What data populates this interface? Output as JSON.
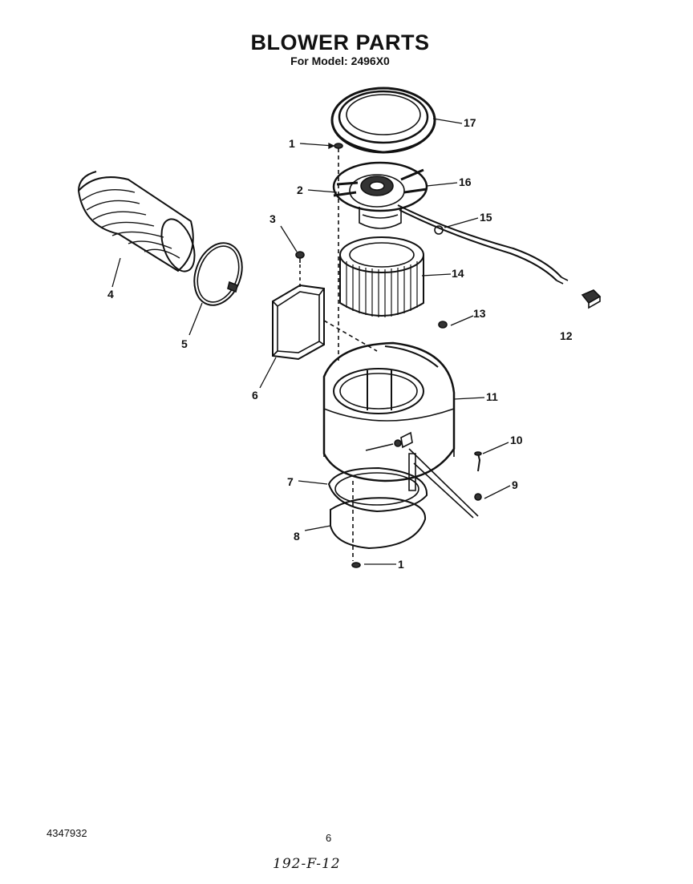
{
  "header": {
    "title": "BLOWER PARTS",
    "subtitle": "For Model: 2496X0"
  },
  "callouts": [
    "1",
    "2",
    "3",
    "4",
    "5",
    "6",
    "7",
    "8",
    "9",
    "10",
    "11",
    "12",
    "13",
    "14",
    "15",
    "16",
    "17",
    "1"
  ],
  "footer": {
    "part_number": "4347932",
    "page_number": "6",
    "handwritten_note": "192-F-12"
  },
  "colors": {
    "ink": "#111111",
    "background": "#ffffff"
  }
}
